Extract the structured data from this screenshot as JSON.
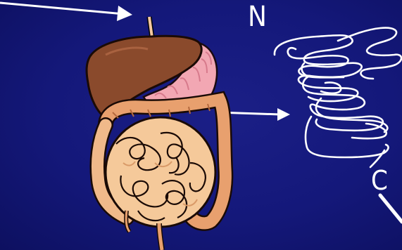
{
  "labels": {
    "n_terminus": "N",
    "c_terminus": "C"
  },
  "colors": {
    "background": "#14187a",
    "arrow": "#ffffff",
    "protein_trace": "#ffffff",
    "liver": "#8a4a2c",
    "stomach": "#f2a7b3",
    "intestine": "#f5c99a",
    "large_intestine": "#e8a06e"
  },
  "icons": {
    "digestive_system": "digestive-system-illustration",
    "arrows": "arrow-right-icon",
    "protein": "protein-backbone-trace"
  }
}
